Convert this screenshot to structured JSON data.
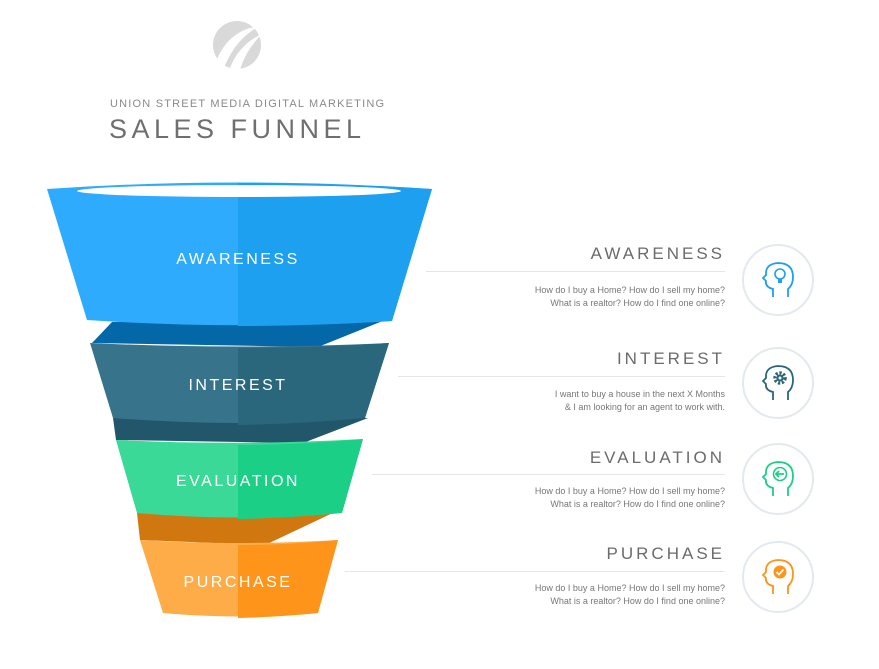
{
  "header": {
    "subtitle": "UNION STREET MEDIA DIGITAL MARKETING",
    "title": "SALES FUNNEL"
  },
  "stages": [
    {
      "label": "AWARENESS",
      "title": "AWARENESS",
      "description": "How do I buy a Home? How do I sell my home?\nWhat is a realtor? How do I find one online?",
      "icon": "head-lightbulb-icon",
      "color": "#1da0f0"
    },
    {
      "label": "INTEREST",
      "title": "INTEREST",
      "description": "I want to buy a house in the next X Months\n& I am looking for an agent to  work with.",
      "icon": "head-gear-icon",
      "color": "#2b677c"
    },
    {
      "label": "EVALUATION",
      "title": "EVALUATION",
      "description": "How do I buy a Home? How do I sell my home?\nWhat is a realtor? How do I find one online?",
      "icon": "head-arrow-icon",
      "color": "#1ccf86"
    },
    {
      "label": "PURCHASE",
      "title": "PURCHASE",
      "description": "How do I buy a Home? How do I sell my home?\nWhat is a realtor? How do I find one online?",
      "icon": "head-check-icon",
      "color": "#fe941a"
    }
  ]
}
